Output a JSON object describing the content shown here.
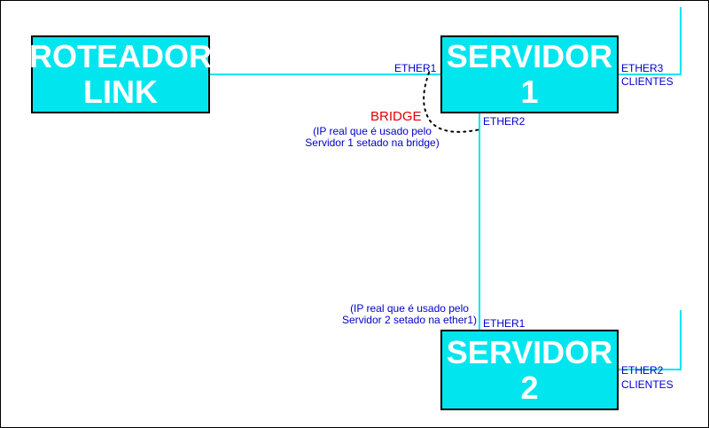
{
  "nodes": {
    "router": {
      "line1": "ROTEADOR",
      "line2": "LINK"
    },
    "server1": {
      "label": "SERVIDOR 1"
    },
    "server2": {
      "label": "SERVIDOR 2"
    }
  },
  "ports": {
    "s1_ether1": "ETHER1",
    "s1_ether2": "ETHER2",
    "s1_ether3": "ETHER3",
    "s1_clients": "CLIENTES",
    "s2_ether1": "ETHER1",
    "s2_ether2": "ETHER2",
    "s2_clients": "CLIENTES"
  },
  "annotations": {
    "bridge": "BRIDGE",
    "bridge_note_line1": "(IP real que é usado pelo",
    "bridge_note_line2": "Servidor 1 setado na bridge)",
    "ether1_note_line1": "(IP real que é usado pelo",
    "ether1_note_line2": "Servidor 2 setado na ether1)"
  },
  "colors": {
    "box_fill": "#00e5ee",
    "link_line": "#00e5ee",
    "port_text": "#0000c8",
    "bridge_text": "#e00000"
  }
}
